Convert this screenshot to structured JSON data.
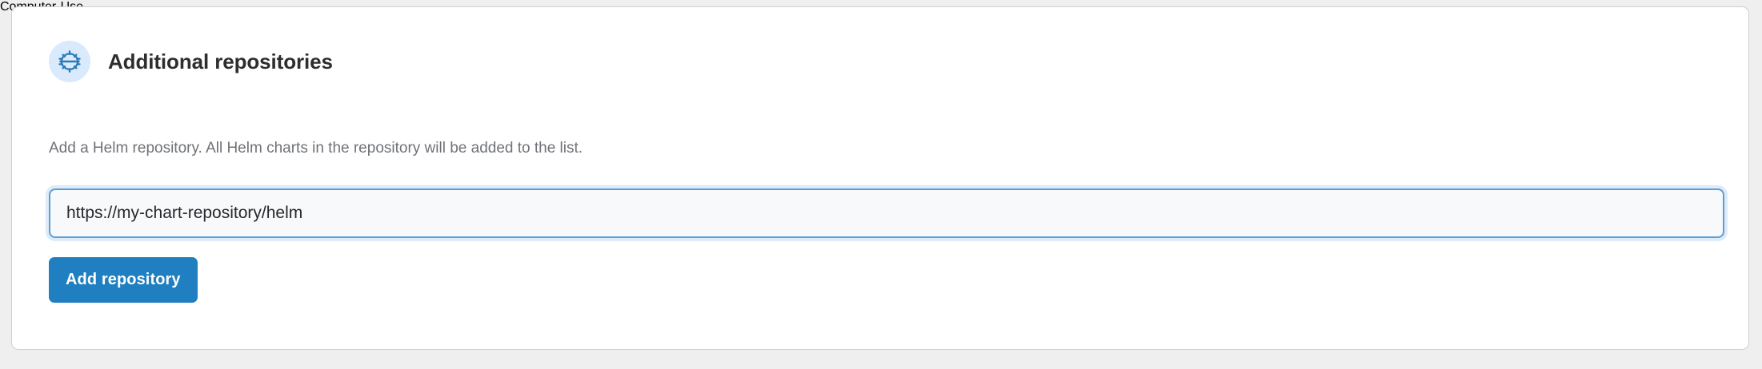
{
  "card": {
    "icon": {
      "name": "helm-icon",
      "fill_color": "#2a7ab9",
      "circle_bg": "#d9eafc"
    },
    "title": "Additional repositories",
    "description": "Add a Helm repository. All Helm charts in the repository will be added to the list.",
    "repository_input": {
      "value": "https://my-chart-repository/helm",
      "placeholder": "https://my-chart-repository/helm",
      "focused": true,
      "border_color": "#5a9fd8",
      "background": "#f8f9fa"
    },
    "add_button": {
      "label": "Add repository",
      "background": "#1f7fc0",
      "text_color": "#ffffff"
    },
    "background": "#ffffff",
    "border_color": "#ccd0d8"
  },
  "page": {
    "background": "#efeff0"
  }
}
